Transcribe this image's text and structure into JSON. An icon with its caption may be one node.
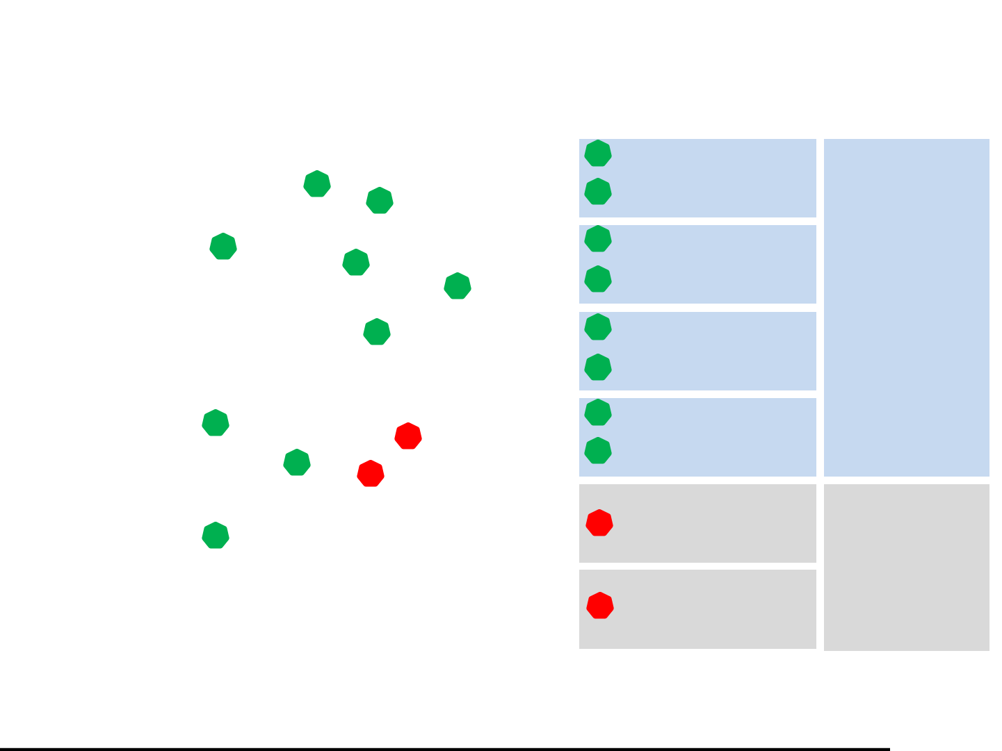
{
  "diagram": {
    "nodes": [
      {
        "text": [],
        "shape": "heptagon"
      },
      {
        "text": [],
        "shape": "heptagon"
      },
      {
        "text": [],
        "shape": "heptagon"
      },
      {
        "text": [],
        "shape": "heptagon"
      },
      {
        "text": [],
        "shape": "heptagon"
      },
      {
        "text": [],
        "shape": "heptagon"
      },
      {
        "text": [],
        "shape": "heptagon"
      },
      {
        "text": [],
        "shape": "heptagon"
      },
      {
        "text": [],
        "shape": "heptagon"
      },
      {
        "text": [],
        "shape": "heptagon"
      },
      {
        "text": [],
        "shape": "heptagon"
      },
      {
        "text": [],
        "shape": "box"
      },
      {
        "text": [],
        "shape": "heptagon",
        "in": 11
      },
      {
        "text": [],
        "shape": "heptagon",
        "in": 11
      },
      {
        "text": [],
        "shape": "box"
      },
      {
        "text": [],
        "shape": "box"
      },
      {
        "text": [],
        "shape": "heptagon",
        "in": 15
      },
      {
        "text": [],
        "shape": "heptagon",
        "in": 15
      },
      {
        "text": [],
        "shape": "box"
      },
      {
        "text": [],
        "shape": "heptagon",
        "in": 18
      },
      {
        "text": [],
        "shape": "heptagon",
        "in": 18
      },
      {
        "text": [],
        "shape": "box"
      },
      {
        "text": [],
        "shape": "heptagon",
        "in": 21
      },
      {
        "text": [],
        "shape": "heptagon",
        "in": 21
      },
      {
        "text": [],
        "shape": "box"
      },
      {
        "text": [],
        "shape": "heptagon",
        "in": 24
      },
      {
        "text": [],
        "shape": "box"
      },
      {
        "text": [],
        "shape": "box"
      },
      {
        "text": [],
        "shape": "heptagon",
        "in": 27
      }
    ]
  }
}
